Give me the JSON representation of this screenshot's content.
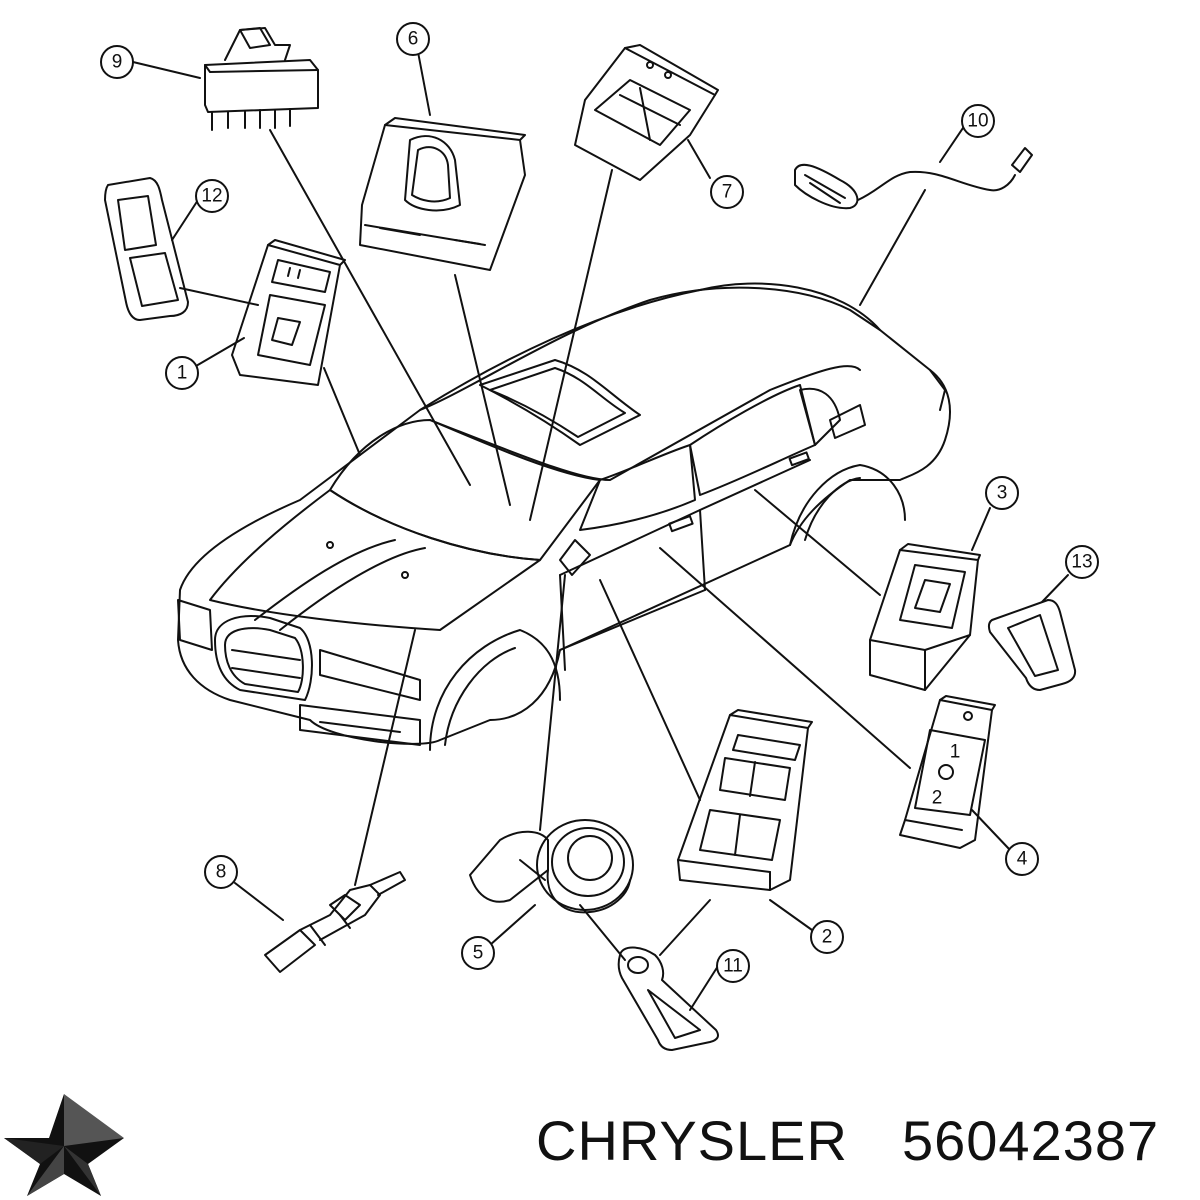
{
  "footer": {
    "brand": "CHRYSLER",
    "part_number": "56042387"
  },
  "logo": {
    "icon": "chrysler-pentastar-icon"
  },
  "callouts": [
    {
      "id": "9",
      "label": "9"
    },
    {
      "id": "6",
      "label": "6"
    },
    {
      "id": "10",
      "label": "10"
    },
    {
      "id": "12",
      "label": "12"
    },
    {
      "id": "7",
      "label": "7"
    },
    {
      "id": "1",
      "label": "1"
    },
    {
      "id": "3",
      "label": "3"
    },
    {
      "id": "13",
      "label": "13"
    },
    {
      "id": "4",
      "label": "4"
    },
    {
      "id": "8",
      "label": "8"
    },
    {
      "id": "2",
      "label": "2"
    },
    {
      "id": "5",
      "label": "5"
    },
    {
      "id": "11",
      "label": "11"
    }
  ],
  "switch_labels": {
    "mirror_pos_1": "1",
    "mirror_pos_2": "2"
  },
  "colors": {
    "line": "#111111",
    "background": "#ffffff"
  }
}
